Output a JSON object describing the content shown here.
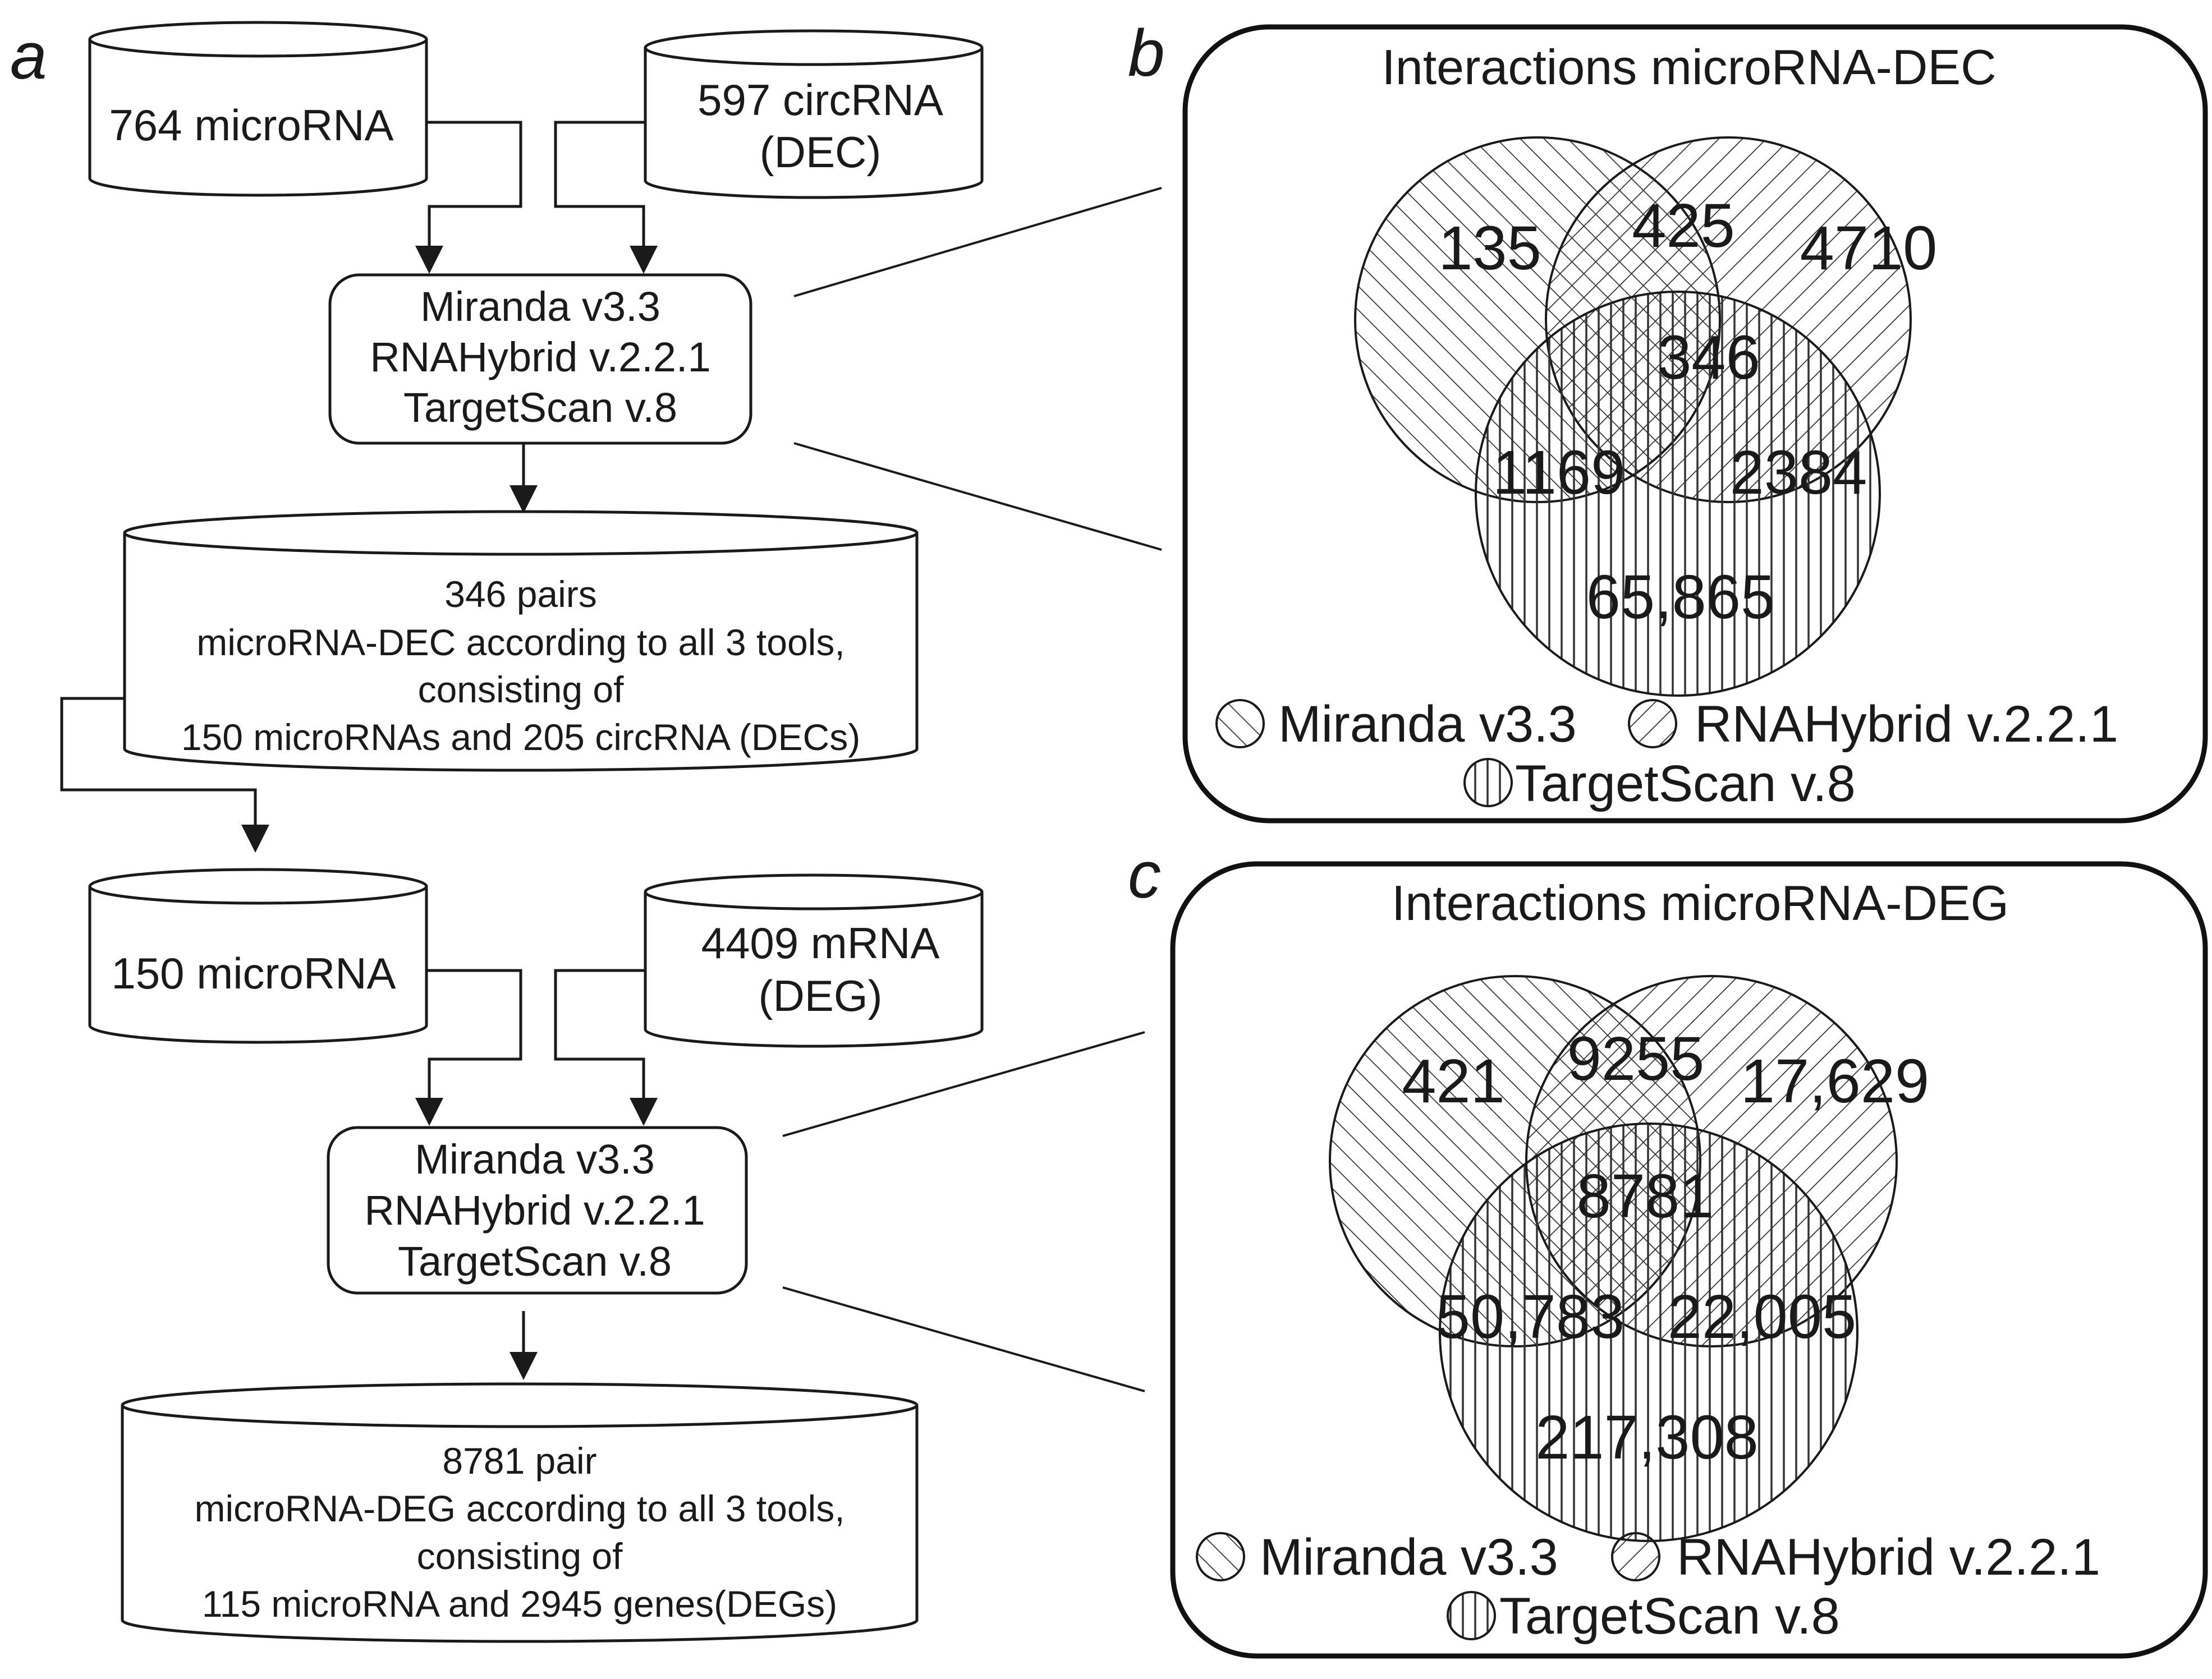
{
  "panel_a": {
    "label": "a",
    "block1": {
      "db_left": [
        "764 microRNA"
      ],
      "db_right": [
        "597 circRNA",
        "(DEC)"
      ],
      "tools": [
        "Miranda v3.3",
        "RNAHybrid v.2.2.1",
        "TargetScan v.8"
      ],
      "result": [
        "346 pairs",
        "microRNA-DEC according to all 3 tools,",
        "consisting of",
        "150 microRNAs and 205 circRNA (DECs)"
      ]
    },
    "block2": {
      "db_left": [
        "150 microRNA"
      ],
      "db_right": [
        "4409 mRNA",
        "(DEG)"
      ],
      "tools": [
        "Miranda v3.3",
        "RNAHybrid v.2.2.1",
        "TargetScan v.8"
      ],
      "result": [
        "8781 pair",
        "microRNA-DEG according to all 3 tools,",
        "consisting of",
        "115 microRNA and 2945 genes(DEGs)"
      ]
    }
  },
  "panel_b": {
    "label": "b",
    "title": "Interactions microRNA-DEC",
    "sets": [
      "Miranda v3.3",
      "RNAHybrid v.2.2.1",
      "TargetScan v.8"
    ],
    "regions": {
      "miranda_only": "135",
      "miranda_rnahybrid": "425",
      "rnahybrid_only": "4710",
      "all_three": "346",
      "miranda_targetscan": "1169",
      "rnahybrid_targetscan": "2384",
      "targetscan_only": "65,865"
    }
  },
  "panel_c": {
    "label": "c",
    "title": "Interactions microRNA-DEG",
    "sets": [
      "Miranda v3.3",
      "RNAHybrid v.2.2.1",
      "TargetScan v.8"
    ],
    "regions": {
      "miranda_only": "421",
      "miranda_rnahybrid": "9255",
      "rnahybrid_only": "17,629",
      "all_three": "8781",
      "miranda_targetscan": "50,783",
      "rnahybrid_targetscan": "22,005",
      "targetscan_only": "217,308"
    }
  },
  "icons": [
    "hatch-diagonal-icon",
    "hatch-back-diagonal-icon",
    "hatch-vertical-icon",
    "database-cylinder-icon",
    "arrow-down-icon"
  ]
}
